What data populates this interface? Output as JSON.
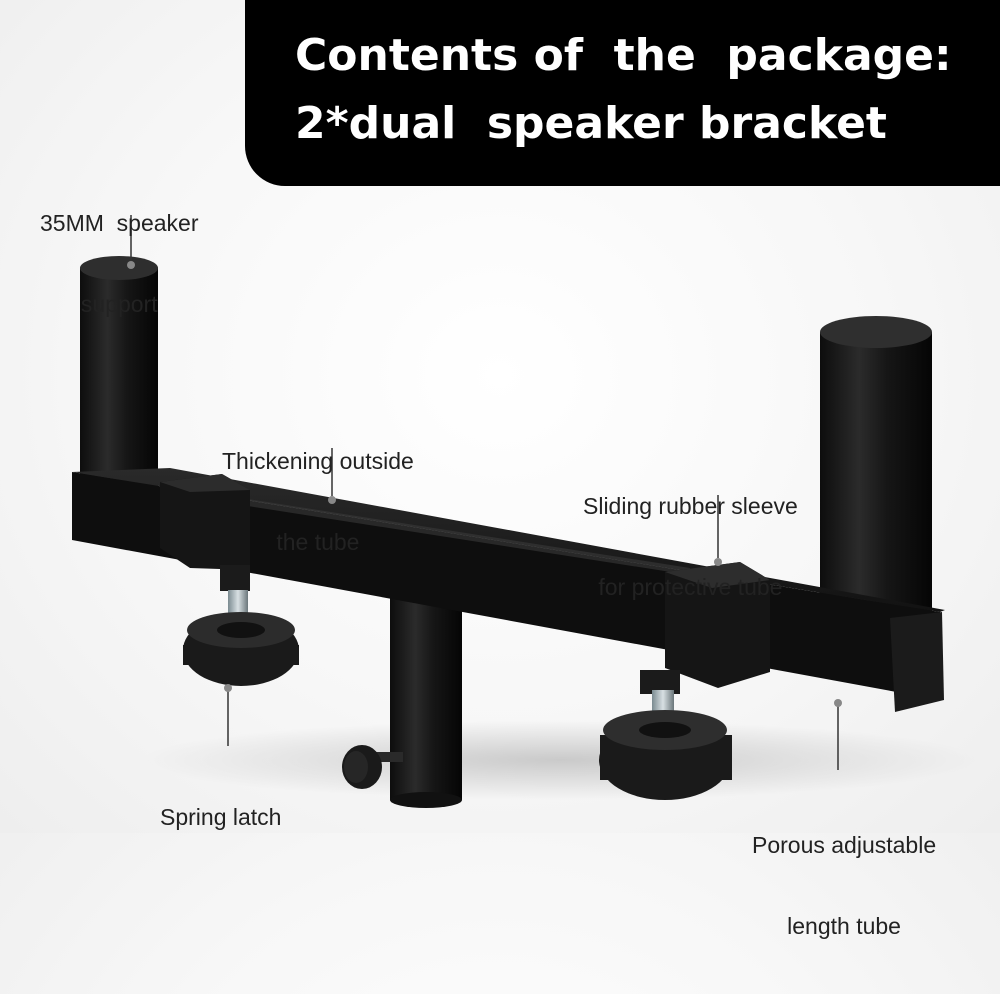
{
  "banner": {
    "line1": "Contents of  the  package:",
    "line2": "2*dual  speaker bracket"
  },
  "labels": {
    "speaker_support": [
      "35MM  speaker",
      "support"
    ],
    "thickening": [
      "Thickening outside",
      "the tube"
    ],
    "sliding_sleeve": [
      "Sliding rubber sleeve",
      "for protective tube"
    ],
    "spring_latch": [
      "Spring latch"
    ],
    "porous_tube": [
      "Porous adjustable",
      "length tube"
    ]
  },
  "colors": {
    "banner_bg": "#000000",
    "banner_text": "#ffffff",
    "metal": "#141414",
    "label_text": "#222222"
  }
}
